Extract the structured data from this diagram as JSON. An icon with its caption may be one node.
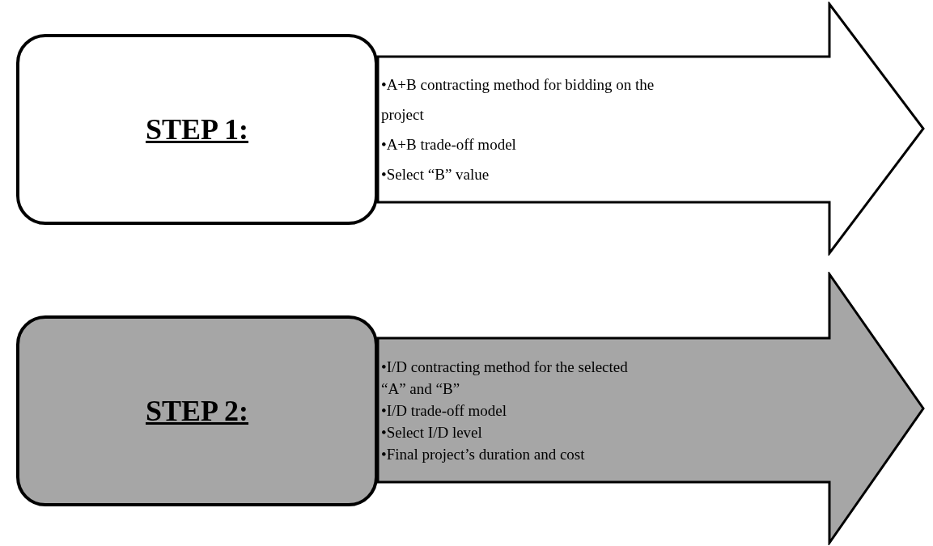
{
  "diagram": {
    "nodes": [
      {
        "text": [
          "STEP 1:"
        ]
      },
      {
        "text": [
          "•A+B contracting method for bidding on the project",
          "•A+B trade-off model",
          "•Select “B” value"
        ]
      },
      {
        "text": [
          "STEP 2:"
        ]
      },
      {
        "text": [
          "•I/D contracting method for the selected “A” and “B”",
          "•I/D trade-off model",
          "•Select I/D level",
          "•Final project’s duration and cost"
        ]
      }
    ]
  }
}
